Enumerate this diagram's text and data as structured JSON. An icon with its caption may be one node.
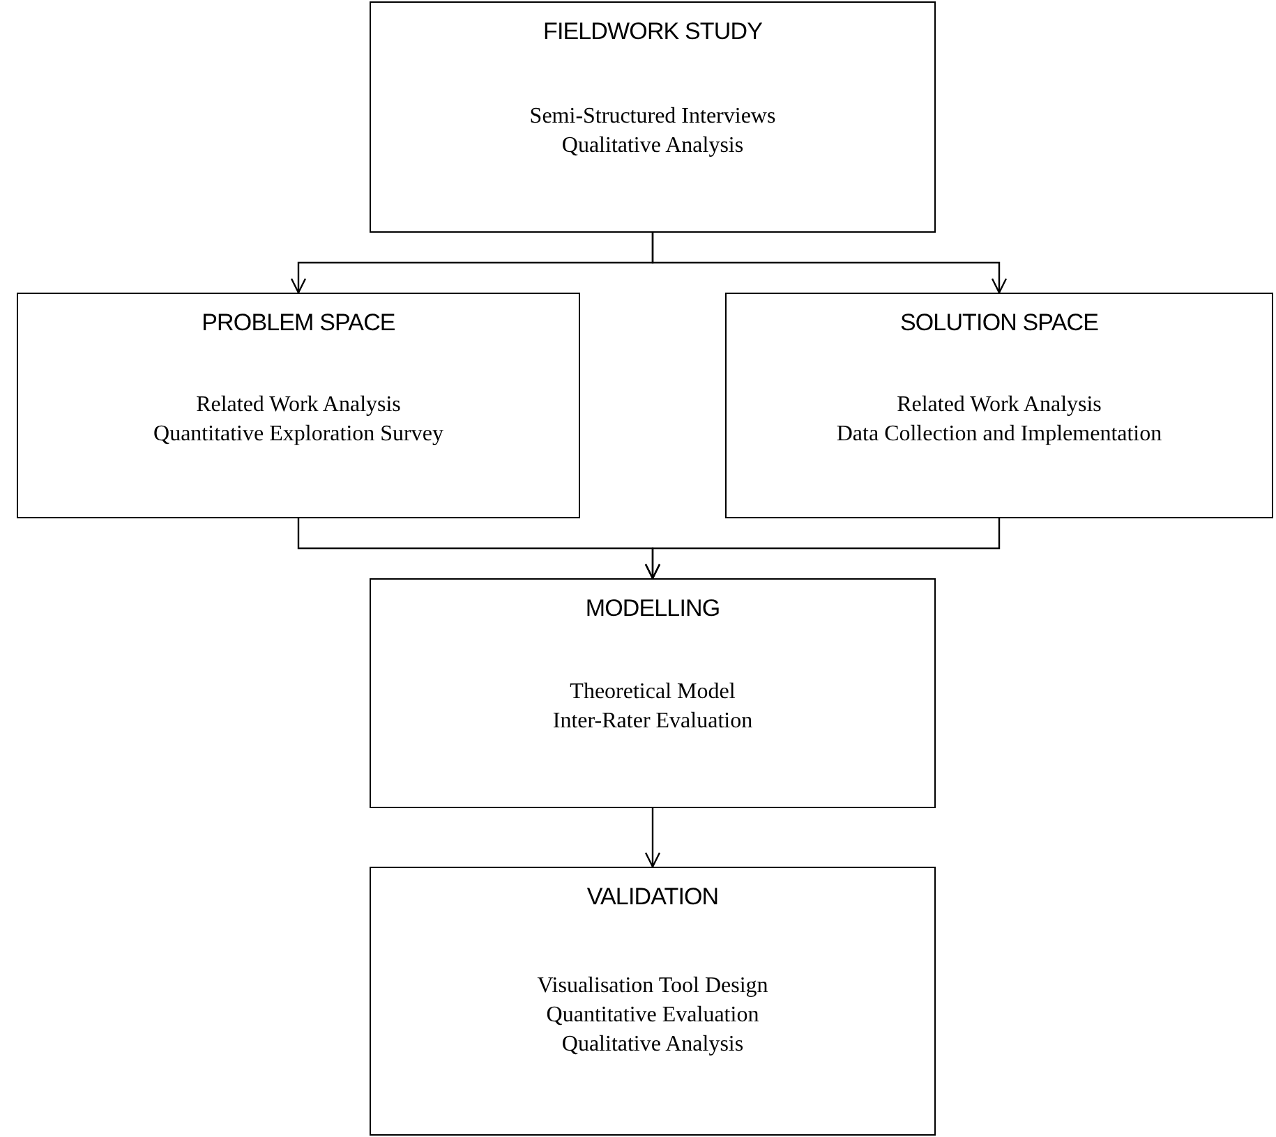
{
  "diagram": {
    "nodes": [
      {
        "text": [
          "FIELDWORK STUDY",
          "Semi-Structured Interviews",
          "Qualitative Analysis"
        ]
      },
      {
        "text": [
          "PROBLEM SPACE",
          "Related Work Analysis",
          "Quantitative Exploration Survey"
        ]
      },
      {
        "text": [
          "SOLUTION SPACE",
          "Related Work Analysis",
          "Data Collection and Implementation"
        ]
      },
      {
        "text": [
          "MODELLING",
          "Theoretical Model",
          "Inter-Rater Evaluation"
        ]
      },
      {
        "text": [
          "VALIDATION",
          "Visualisation Tool Design",
          "Quantitative Evaluation",
          "Qualitative Analysis"
        ]
      }
    ],
    "edges": [
      {
        "from": 0,
        "to": 1,
        "arrow": "to"
      },
      {
        "from": 0,
        "to": 2,
        "arrow": "to"
      },
      {
        "from": 1,
        "to": 3,
        "arrow": "to"
      },
      {
        "from": 2,
        "to": 3,
        "arrow": "to"
      },
      {
        "from": 3,
        "to": 4,
        "arrow": "to"
      }
    ]
  }
}
